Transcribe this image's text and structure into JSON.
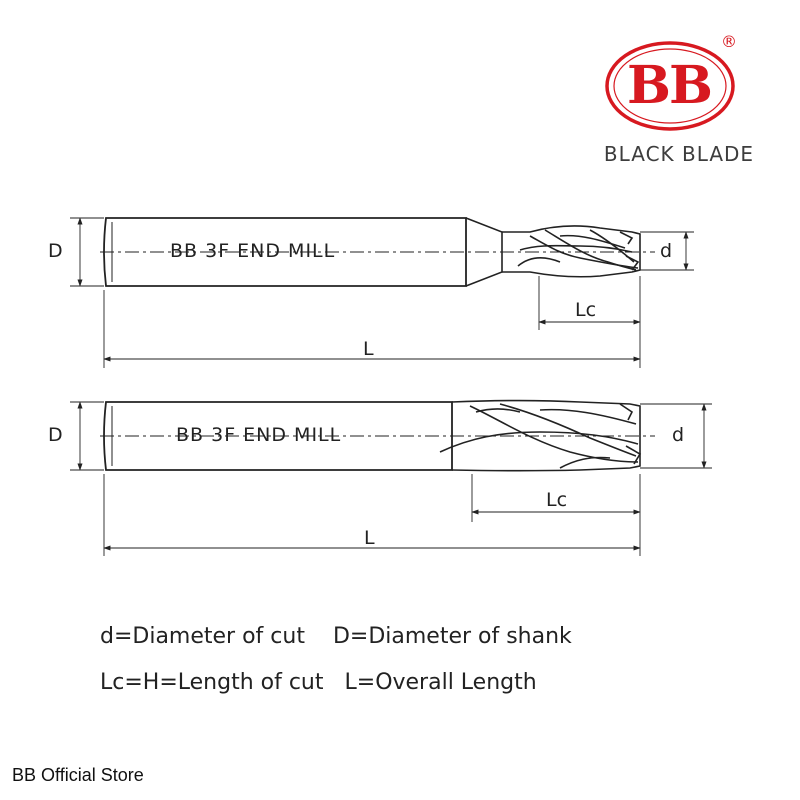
{
  "brand": {
    "logo_letters": "BB",
    "registered_mark": "®",
    "name": "BLACK BLADE",
    "color": "#d71920"
  },
  "diagrams": [
    {
      "tool_label": "BB 3F END MILL",
      "labels": {
        "shank_diameter": "D",
        "cut_diameter": "d",
        "cut_length": "Lc",
        "overall_length": "L"
      }
    },
    {
      "tool_label": "BB 3F END MILL",
      "labels": {
        "shank_diameter": "D",
        "cut_diameter": "d",
        "cut_length": "Lc",
        "overall_length": "L"
      }
    }
  ],
  "legend": {
    "line1": [
      "d=Diameter of cut",
      "D=Diameter of shank"
    ],
    "line2": [
      "Lc=H=Length of cut",
      "L=Overall Length"
    ]
  },
  "store": "BB Official Store"
}
